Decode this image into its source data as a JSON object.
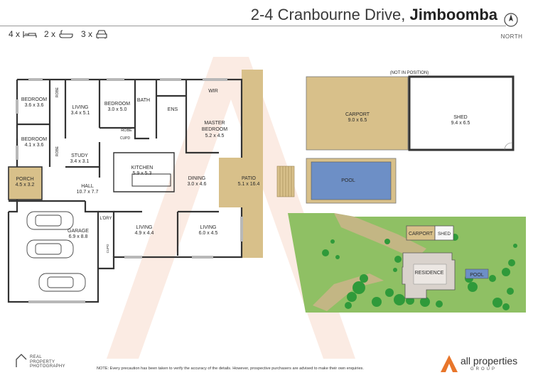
{
  "header": {
    "street": "2-4 Cranbourne Drive,",
    "suburb": "Jimboomba",
    "north": "NORTH"
  },
  "counts": {
    "bed": "4 x",
    "bath": "2 x",
    "car": "3 x"
  },
  "rooms": {
    "bedroom1": {
      "name": "BEDROOM",
      "size": "3.6 x 3.6"
    },
    "robe1": "ROBE",
    "living1": {
      "name": "LIVING",
      "size": "3.4 x 5.1"
    },
    "bedroom2": {
      "name": "BEDROOM",
      "size": "3.0 x 5.0"
    },
    "bath": "BATH",
    "ens": "ENS",
    "wir": "WIR",
    "robe2": "ROBE",
    "cupd1": "CUPD",
    "bedroom3": {
      "name": "BEDROOM",
      "size": "4.1 x 3.6"
    },
    "robe3": "ROBE",
    "study": {
      "name": "STUDY",
      "size": "3.4 x 3.1"
    },
    "master": {
      "name": "MASTER",
      "name2": "BEDROOM",
      "size": "5.2 x 4.5"
    },
    "porch": {
      "name": "PORCH",
      "size": "4.5 x 3.2"
    },
    "kitchen": {
      "name": "KITCHEN",
      "size": "5.9 x 5.3"
    },
    "hall": {
      "name": "HALL",
      "size": "10.7 x 7.7"
    },
    "dining": {
      "name": "DINING",
      "size": "3.0 x 4.6"
    },
    "patio": {
      "name": "PATIO",
      "size": "5.1 x 16.4"
    },
    "ldry": "L'DRY",
    "garage": {
      "name": "GARAGE",
      "size": "6.9 x 8.8"
    },
    "cupd2": "CUPD",
    "living2": {
      "name": "LIVING",
      "size": "4.9 x 4.4"
    },
    "living3": {
      "name": "LIVING",
      "size": "6.0 x 4.5"
    }
  },
  "outbuildings": {
    "note": "(NOT IN POSITION)",
    "carport": {
      "name": "CARPORT",
      "size": "9.0 x 6.5"
    },
    "shed": {
      "name": "SHED",
      "size": "9.4 x 6.5"
    },
    "pool": "POOL"
  },
  "site": {
    "carport": "CARPORT",
    "shed": "SHED",
    "residence": "RESIDENCE",
    "pool": "POOL"
  },
  "footer": {
    "disclaimer": "NOTE: Every precaution has been taken to verify the accuracy of the details. However, prospective purchasers are advised to make their own enquiries.",
    "rpp_line1": "REAL",
    "rpp_line2": "PROPERTY",
    "rpp_line3": "PHOTOGRAPHY",
    "brand_name": "all properties",
    "brand_group": "GROUP"
  },
  "colors": {
    "outbuilding_fill": "#d8c08a",
    "pool_fill": "#6d8fc6",
    "grass_fill": "#8fc064",
    "tree_fill": "#2f9a3a",
    "watermark": "#f6d2c2",
    "brand_orange": "#e8762b"
  }
}
